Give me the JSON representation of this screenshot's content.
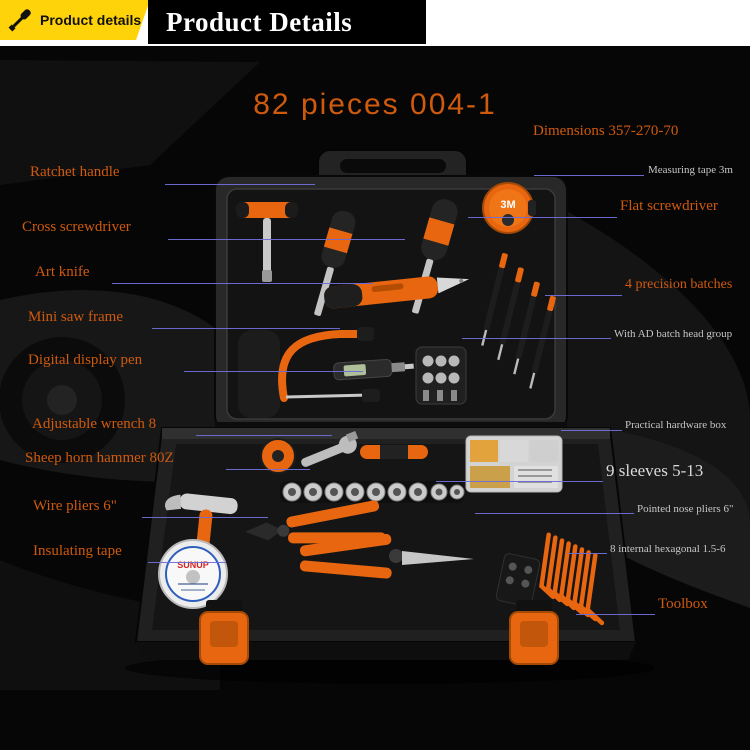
{
  "header": {
    "badge_label": "Product details",
    "title": "Product Details"
  },
  "hero": {
    "title": "82 pieces 004-1",
    "dimensions": "Dimensions 357-270-70"
  },
  "callouts_left": [
    {
      "label": "Ratchet handle"
    },
    {
      "label": "Cross screwdriver"
    },
    {
      "label": "Art knife"
    },
    {
      "label": "Mini saw frame"
    },
    {
      "label": "Digital display pen"
    },
    {
      "label": "Adjustable wrench 8"
    },
    {
      "label": "Sheep horn hammer 80Z"
    },
    {
      "label": "Wire pliers 6\""
    },
    {
      "label": "Insulating tape"
    }
  ],
  "callouts_right": [
    {
      "label": "Measuring tape 3m"
    },
    {
      "label": "Flat screwdriver"
    },
    {
      "label": "4 precision batches"
    },
    {
      "label": "With AD batch head group"
    },
    {
      "label": "Practical hardware box"
    },
    {
      "label": "9 sleeves 5-13"
    },
    {
      "label": "Pointed nose pliers 6\""
    },
    {
      "label": "8 internal hexagonal 1.5-6"
    },
    {
      "label": "Toolbox"
    }
  ],
  "toolbox": {
    "tape_measure_text": "3M",
    "tape_roll_brand": "SUNUP"
  },
  "icons": {
    "badge_icon": "screwdriver"
  },
  "colors": {
    "accent_orange": "#cf5a0e",
    "badge_yellow": "#ffd30a",
    "callout_line": "#6e6ed8"
  }
}
